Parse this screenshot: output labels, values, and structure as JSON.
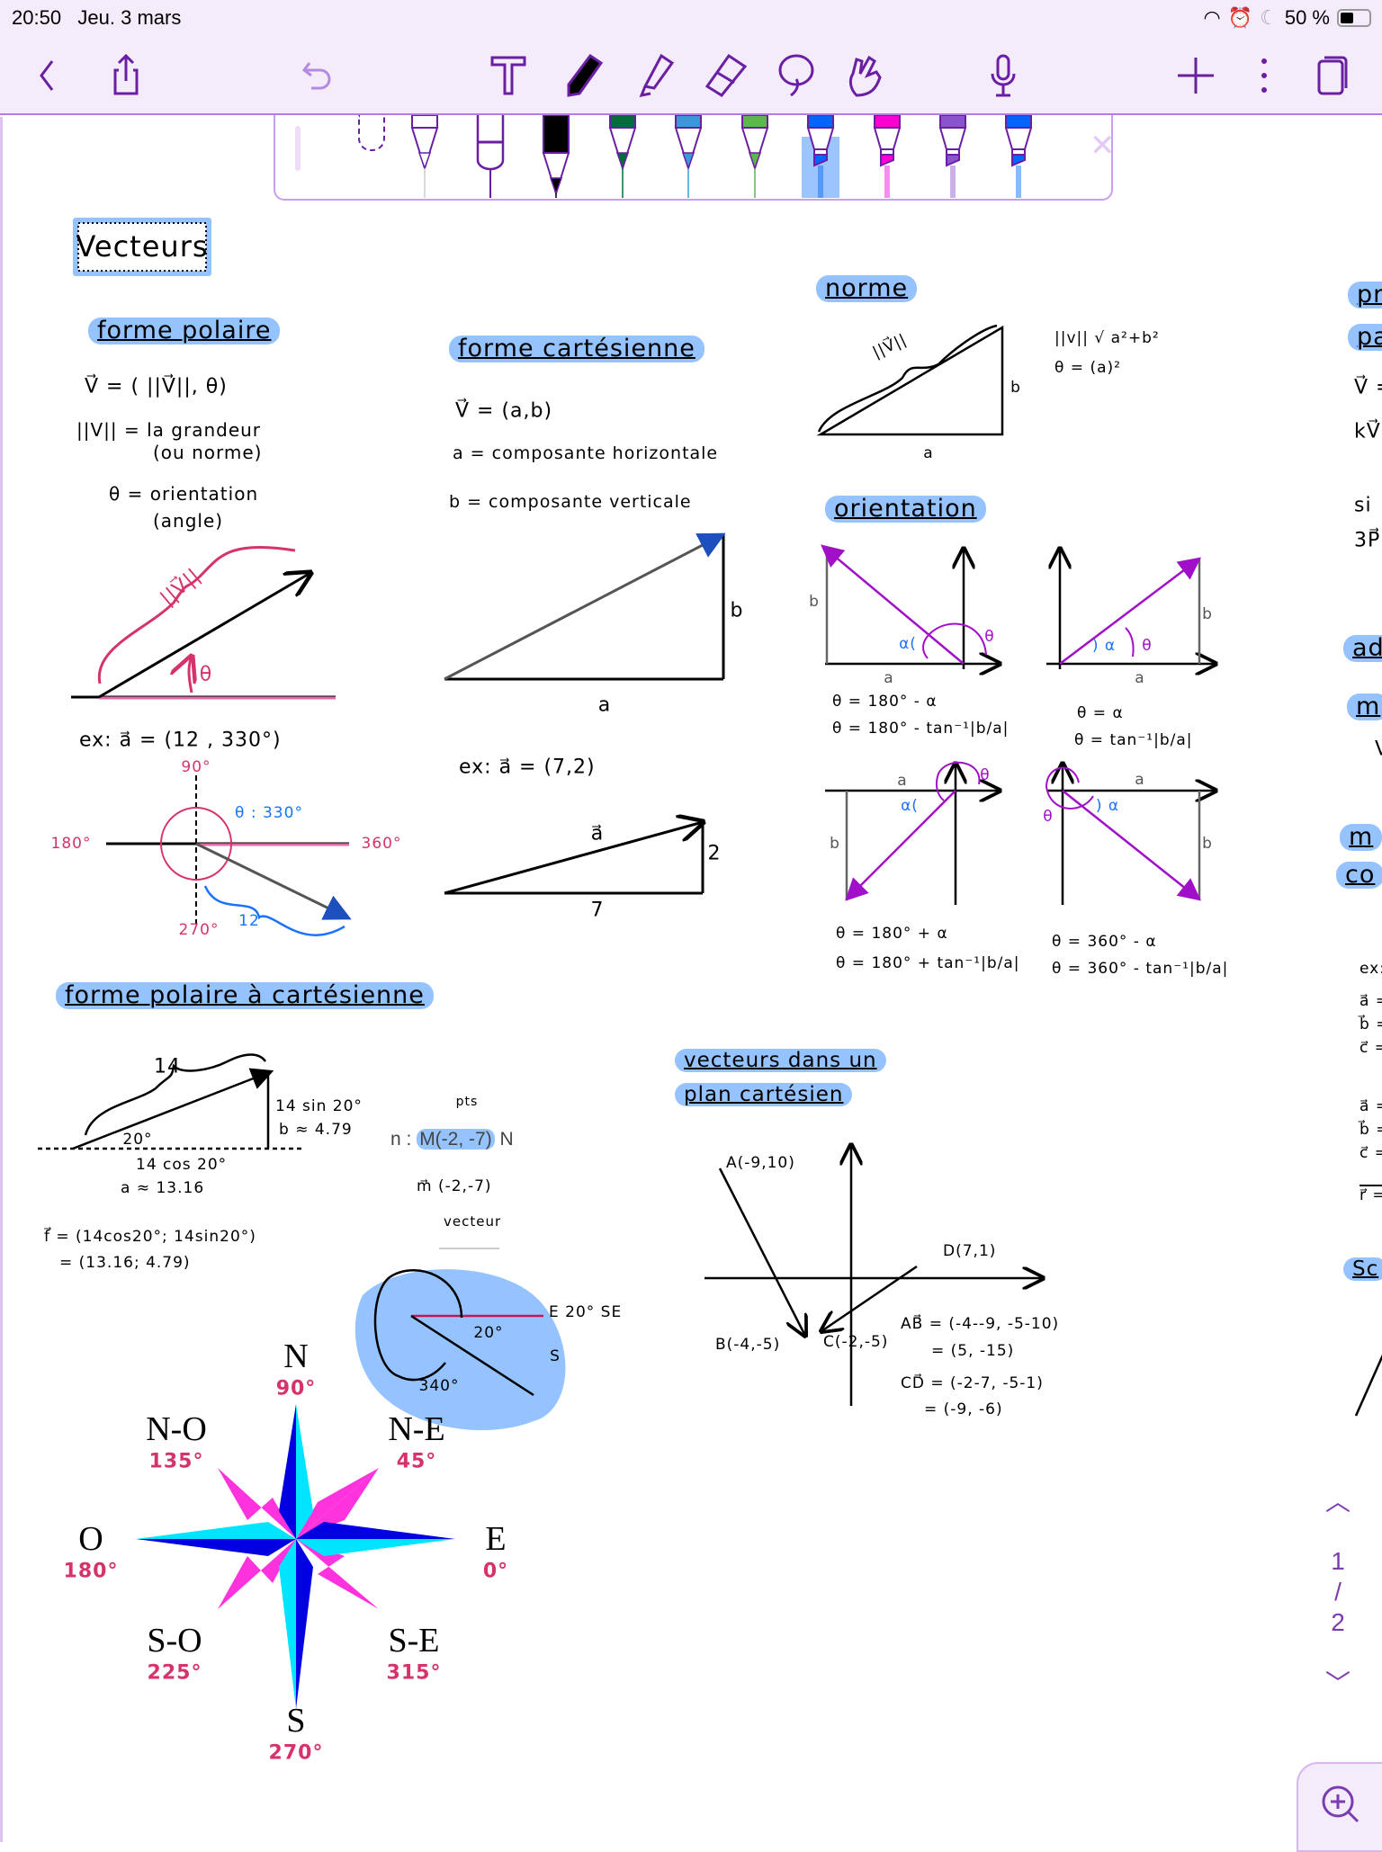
{
  "status": {
    "time": "20:50",
    "date": "Jeu. 3 mars",
    "battery": "50 %",
    "icons": [
      "wifi-icon",
      "alarm-icon",
      "moon-icon",
      "battery-icon"
    ]
  },
  "toolbar": {
    "icons": [
      "back-icon",
      "share-icon",
      "undo-icon",
      "text-icon",
      "pen-icon",
      "highlighter-icon",
      "eraser-icon",
      "lasso-icon",
      "hand-icon",
      "microphone-icon",
      "add-icon",
      "more-icon",
      "pages-icon"
    ],
    "text_glyph": "T"
  },
  "tray": {
    "pens": [
      {
        "name": "fineliner-gray",
        "color": "#ffffff",
        "type": "pen"
      },
      {
        "name": "pen-white",
        "color": "#ffffff",
        "type": "ball"
      },
      {
        "name": "pen-black",
        "color": "#000000",
        "type": "pen"
      },
      {
        "name": "pen-dark-green",
        "color": "#006e3a",
        "type": "pen"
      },
      {
        "name": "pen-light-blue",
        "color": "#3a9ad9",
        "type": "pen"
      },
      {
        "name": "pen-green",
        "color": "#5cb84a",
        "type": "pen"
      },
      {
        "name": "highlighter-blue",
        "color": "#0066ff",
        "type": "hl",
        "selected": true
      },
      {
        "name": "highlighter-magenta",
        "color": "#ff00d4",
        "type": "hl"
      },
      {
        "name": "highlighter-purple",
        "color": "#8a55cc",
        "type": "hl"
      },
      {
        "name": "highlighter-blue-2",
        "color": "#0066ff",
        "type": "hl"
      }
    ],
    "close": "✕"
  },
  "notes": {
    "title": "Vecteurs",
    "polar": {
      "header": "forme polaire",
      "def_v": "V⃗ = ( ||V⃗||, θ)",
      "def_norm": "||V|| = la grandeur",
      "def_norm2": "(ou norme)",
      "def_theta": "θ = orientation",
      "def_theta2": "(angle)",
      "label_norm": "||V⃗||",
      "label_theta": "θ",
      "ex": "ex:  a⃗ = (12 , 330°)",
      "a90": "90°",
      "a180": "180°",
      "a360": "360°",
      "a270": "270°",
      "theta330": "θ : 330°",
      "len": "12"
    },
    "cart": {
      "header": "forme cartésienne",
      "def_v": "V⃗ = (a,b)",
      "def_a": "a = composante horizontale",
      "def_b": "b = composante verticale",
      "lb": "b",
      "la": "a",
      "ex": "ex: a⃗ = (7,2)",
      "ex_a": "a⃗",
      "ex_2": "2",
      "ex_7": "7"
    },
    "norme": {
      "header": "norme",
      "lv": "||V⃗||",
      "lb": "b",
      "la": "a",
      "f1": "||v||  √ a²+b²",
      "f2": "θ = (a)²"
    },
    "orient": {
      "header": "orientation",
      "b": "b",
      "a": "a",
      "alpha": "α(",
      "alpha2": ") α",
      "theta": "θ",
      "q2": [
        "θ = 180° - α",
        "θ = 180° - tan⁻¹|b/a|"
      ],
      "q1": [
        "θ = α",
        "θ = tan⁻¹|b/a|"
      ],
      "q3": [
        "θ = 180° + α",
        "θ = 180° + tan⁻¹|b/a|"
      ],
      "q4": [
        "θ = 360° - α",
        "θ = 360° - tan⁻¹|b/a|"
      ]
    },
    "p2c": {
      "header": "forme polaire à cartésienne",
      "len": "14",
      "ang": "20°",
      "sin": "14 sin 20°",
      "b": "b ≈ 4.79",
      "cos": "14 cos 20°",
      "a": "a ≈ 13.16",
      "f1": "f⃗ = (14cos20°; 14sin20°)",
      "f2": "= (13.16; 4.79)"
    },
    "pts": {
      "pts": "pts",
      "line_pre": "n : ",
      "m": "M(-2, -7)",
      "line_post": " N",
      "mvec": "m⃗ (-2,-7)",
      "vecteur": "vecteur"
    },
    "blob": {
      "dir": "E 20° SE",
      "a20": "20°",
      "a340": "340°",
      "s": "S"
    },
    "compass": [
      {
        "dir": "N",
        "deg": "90°"
      },
      {
        "dir": "N-O",
        "deg": "135°"
      },
      {
        "dir": "N-E",
        "deg": "45°"
      },
      {
        "dir": "O",
        "deg": "180°"
      },
      {
        "dir": "E",
        "deg": "0°"
      },
      {
        "dir": "S-O",
        "deg": "225°"
      },
      {
        "dir": "S-E",
        "deg": "315°"
      },
      {
        "dir": "S",
        "deg": "270°"
      }
    ],
    "plan": {
      "header1": "vecteurs dans un",
      "header2": "plan cartésien",
      "A": "A(-9,10)",
      "B": "B(-4,-5)",
      "C": "C(-2,-5)",
      "D": "D(7,1)",
      "ab1": "AB⃗ = (-4--9, -5-10)",
      "ab2": "= (5, -15)",
      "cd1": "CD⃗ = (-2-7, -5-1)",
      "cd2": "= (-9, -6)"
    },
    "right_clip": {
      "h1": "pr",
      "h2": "pa",
      "l1": "V⃗ =",
      "l2": "kV⃗",
      "l3": "si",
      "l4": "3P⃗",
      "h3": "ad",
      "h4": "m",
      "l5": "V",
      "h5": "m",
      "h6": "co",
      "ex": "ex:",
      "e1": "a⃗ =",
      "e2": "b⃗ =",
      "e3": "c⃗ =",
      "e4": "a⃗ =",
      "e5": "b⃗ =",
      "e6": "c⃗ =",
      "e7": "r⃗ =",
      "h7": "Sc"
    }
  },
  "pager": {
    "up": "︿",
    "current": "1",
    "sep": "/",
    "total": "2",
    "down": "﹀"
  },
  "colors": {
    "accent": "#6a1fa3",
    "highlight": "#95c3ff",
    "pink": "#d6336c",
    "vector": "#a010c8"
  }
}
